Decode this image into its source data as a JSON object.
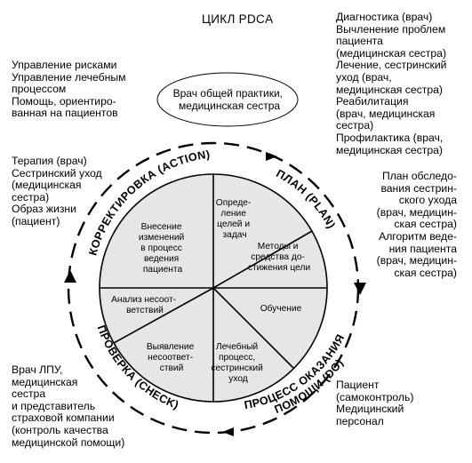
{
  "title": "ЦИКЛ PDCA",
  "ellipse": {
    "lines": [
      "Врач общей практики,",
      "медицинская сестра"
    ]
  },
  "left_top": [
    "Управление рисками",
    "Управление лечебным",
    "процессом",
    "Помощь, ориентиро-",
    "ванная на пациентов"
  ],
  "left_mid": [
    "Терапия (врач)",
    "Сестринский уход",
    "(медицинская",
    "сестра)",
    "Образ жизни",
    "(пациент)"
  ],
  "left_bottom": [
    "Врач ЛПУ,",
    "медицинская",
    "сестра",
    "и представитель",
    "страховой компании",
    "(контроль качества",
    "медицинской помощи)"
  ],
  "right_top": [
    "Диагностика (врач)",
    "Вычленение проблем",
    "пациента",
    "(медицинская сестра)",
    "Лечение, сестринский",
    "уход (врач,",
    "медицинская сестра)",
    "Реабилитация",
    "(врач, медицинская",
    "сестра)",
    "Профилактика (врач,",
    "медицинская сестра)"
  ],
  "right_mid": [
    "План обследо-",
    "вания сестрин-",
    "ского ухода",
    "(врач, медицин-",
    "ская сестра)",
    "Алгоритм веде-",
    "ния пациента",
    "(врач, медицин-",
    "ская сестра)"
  ],
  "right_bottom": [
    "Пациент",
    "(самоконтроль)",
    "Медицинский",
    "персонал"
  ],
  "ring_labels": {
    "action": "КОРРЕКТИРОВКА (ACTION)",
    "plan": "ПЛАН (PLAN)",
    "do_line1": "ПРОЦЕСС ОКАЗАНИЯ",
    "do_line2": "ПОМОЩИ (DO)",
    "check": "ПРОВЕРКА (CHECK)"
  },
  "segments": {
    "plan_a": [
      "Опреде-",
      "ление",
      "целей и",
      "задач"
    ],
    "plan_b": [
      "Методы и",
      "средства до-",
      "стижения цели"
    ],
    "do_a": [
      "Обучение"
    ],
    "do_b": [
      "Лечебный",
      "процесс,",
      "сестринский",
      "уход"
    ],
    "check_a": [
      "Выявление",
      "несоответ-",
      "ствий"
    ],
    "check_b": [
      "Анализ несоот-",
      "ветствий"
    ],
    "action_a": [
      "Внесение",
      "изменений",
      "в процесс",
      "ведения",
      "пациента"
    ]
  },
  "colors": {
    "disc_fill": "#e6e6e6",
    "stroke": "#000000"
  }
}
